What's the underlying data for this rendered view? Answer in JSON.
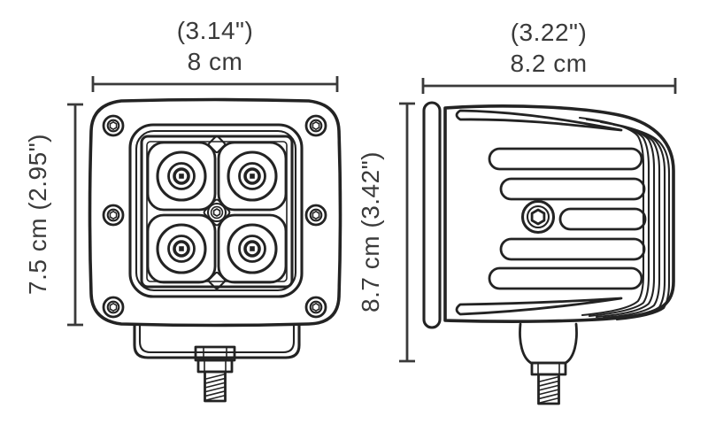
{
  "diagram_title": "LED cube light dimension drawing",
  "views": {
    "front_view": "front-view",
    "side_view": "side-view"
  },
  "dimensions": {
    "front_width": {
      "inches": "(3.14\")",
      "metric": "8 cm"
    },
    "front_height": {
      "label": "7.5 cm  (2.95\")"
    },
    "side_width": {
      "inches": "(3.22\")",
      "metric": "8.2 cm"
    },
    "side_height": {
      "label": "8.7 cm  (3.42\")"
    }
  },
  "colors": {
    "line": "#232323",
    "text": "#3a3a3a",
    "background": "#ffffff"
  }
}
